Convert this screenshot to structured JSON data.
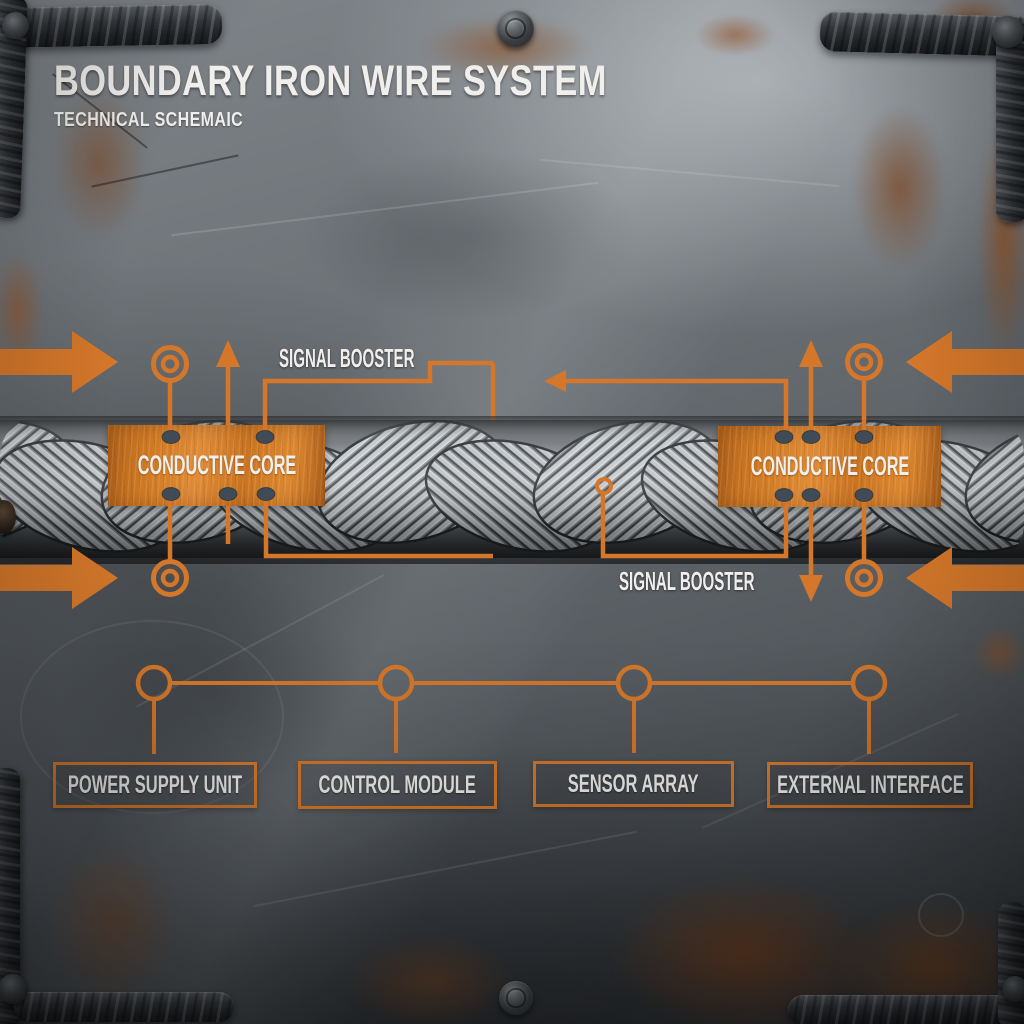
{
  "poster": {
    "title": "BOUNDARY IRON WIRE SYSTEM",
    "subtitle": "TECHNICAL SCHEMAIC"
  },
  "theme": {
    "accent_orange": "#d4772a",
    "core_fill_orange": "#cd7722",
    "label_white": "#f1efec",
    "dot_color": "#3f4b57",
    "plate_gray": "#686d72",
    "hardware_dark": "#2b2e31",
    "rust_brown": "#8a5526"
  },
  "wire_labels": {
    "core_left": "CONDUCTIVE CORE",
    "core_right": "CONDUCTIVE CORE",
    "booster_top": "SIGNAL BOOSTER",
    "booster_bottom": "SIGNAL BOOSTER"
  },
  "modules": [
    {
      "label": "POWER SUPPLY UNIT"
    },
    {
      "label": "CONTROL MODULE"
    },
    {
      "label": "SENSOR ARRAY"
    },
    {
      "label": "EXTERNAL INTERFACE"
    }
  ]
}
